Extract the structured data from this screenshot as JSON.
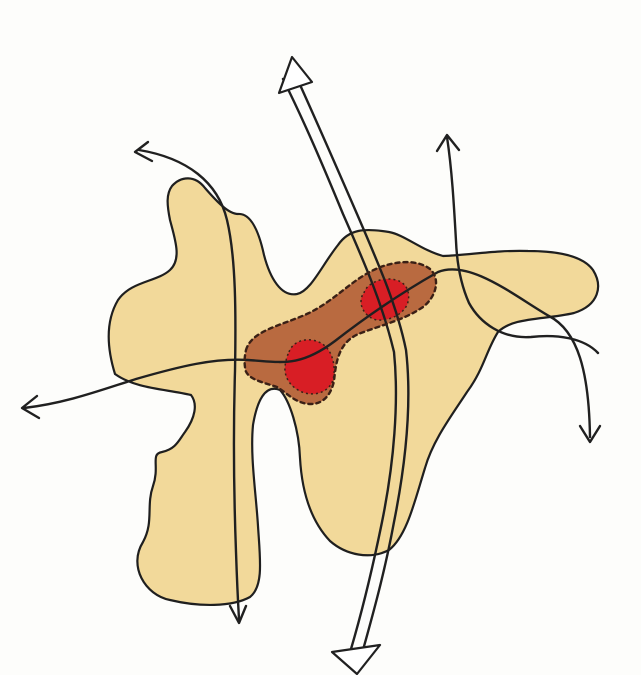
{
  "diagram": {
    "colors": {
      "paper": "#fdfdfb",
      "territory_fill": "#f2d99a",
      "territory_stroke": "#1f1f1f",
      "corridor_fill": "#b96a40",
      "corridor_outline": "#3a2016",
      "hotspot_fill": "#d81e25",
      "ink": "#202020",
      "arrowhead_fill": "#ffffff"
    },
    "elements": {
      "territory": "irregular-blob",
      "corridor": "dashed-oval-zone",
      "hotspots": 2,
      "single_arrows": 5,
      "double_arrows": 1
    }
  }
}
